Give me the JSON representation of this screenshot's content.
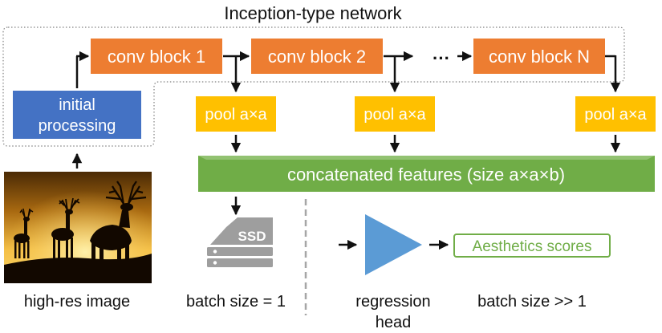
{
  "network": {
    "title": "Inception-type network"
  },
  "blocks": {
    "initial": {
      "label_line1": "initial",
      "label_line2": "processing"
    },
    "conv1": "conv block 1",
    "conv2": "conv block 2",
    "ellipsis": "···",
    "convN": "conv block N"
  },
  "pools": {
    "pool1": "pool a×a",
    "pool2": "pool a×a",
    "poolN": "pool a×a"
  },
  "concat": {
    "label": "concatenated features (size a×a×b)"
  },
  "storage": {
    "icon_text": "SSD",
    "caption": "batch size = 1"
  },
  "input": {
    "caption": "high-res image"
  },
  "head": {
    "caption_line1": "regression",
    "caption_line2": "head"
  },
  "output": {
    "label": "Aesthetics scores",
    "caption": "batch size >> 1"
  },
  "colors": {
    "orange": "#ED7D31",
    "blue": "#4472C4",
    "yellow": "#FFC000",
    "green": "#70AD47",
    "triangle": "#5B9BD5",
    "ssd_gray": "#9E9E9E",
    "output_border": "#70AD47",
    "output_text": "#70AD47"
  },
  "icons": {
    "storage": "ssd-icon",
    "head": "triangle-icon",
    "input_image": "deer-silhouette-photo"
  }
}
